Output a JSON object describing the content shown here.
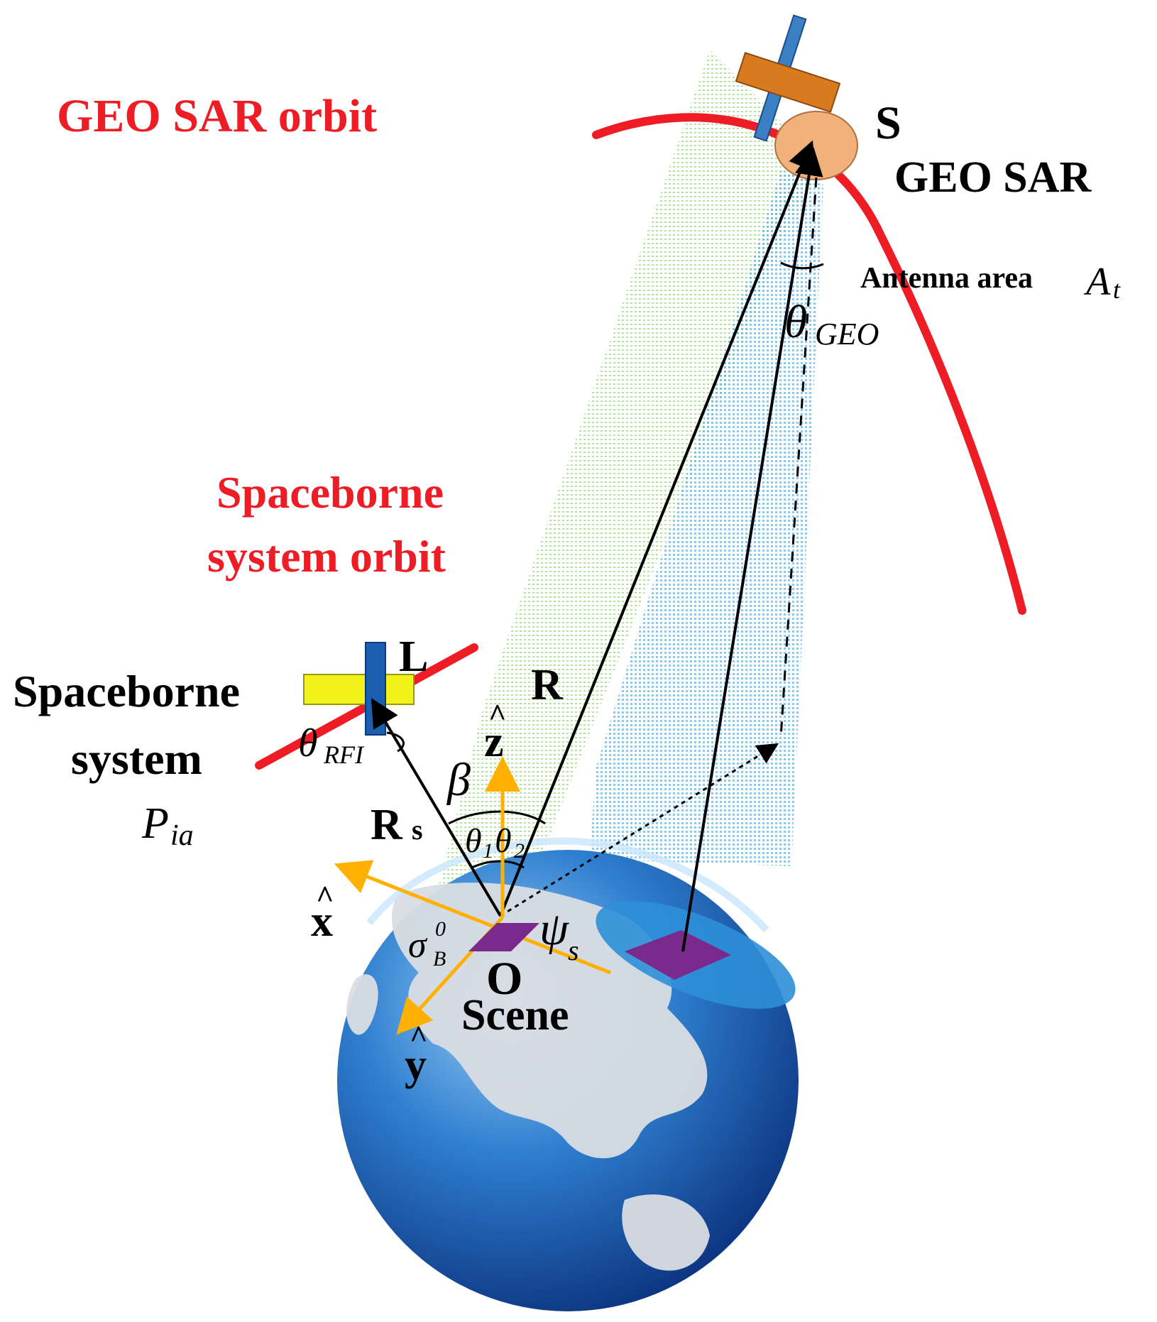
{
  "labels": {
    "geo_orbit": "GEO SAR orbit",
    "spaceborne_orbit_line1": "Spaceborne",
    "spaceborne_orbit_line2": "system orbit",
    "sat_s": "S",
    "geo_sar": "GEO SAR",
    "antenna_area": "Antenna area",
    "antenna_symbol": "A",
    "antenna_sub": "t",
    "theta_geo": "θ",
    "theta_geo_sub": "GEO",
    "sat_l": "L",
    "spaceborne_sys_line1": "Spaceborne",
    "spaceborne_sys_line2": "system",
    "power_symbol": "P",
    "power_sub": "ia",
    "theta_rfi": "θ",
    "theta_rfi_sub": "RFI",
    "vec_r": "R",
    "vec_rs": "R",
    "vec_rs_sub": "s",
    "beta": "β",
    "theta1": "θ",
    "theta1_sub": "1",
    "theta2": "θ",
    "theta2_sub": "2",
    "axis_z": "z",
    "axis_x": "x",
    "axis_y": "y",
    "hat": "^",
    "psi": "ψ",
    "psi_sub": "s",
    "sigma": "σ",
    "sigma_sub": "B",
    "sigma_sup": "0",
    "origin": "O",
    "scene": "Scene"
  },
  "colors": {
    "orbit_red": "#ee1c24",
    "axis_orange": "#ffb000",
    "earth_blue": "#1f5fb0",
    "scene_purple": "#7a2a8c",
    "beam_green": "#9ccc7a",
    "beam_blue": "#8fc3ea"
  }
}
